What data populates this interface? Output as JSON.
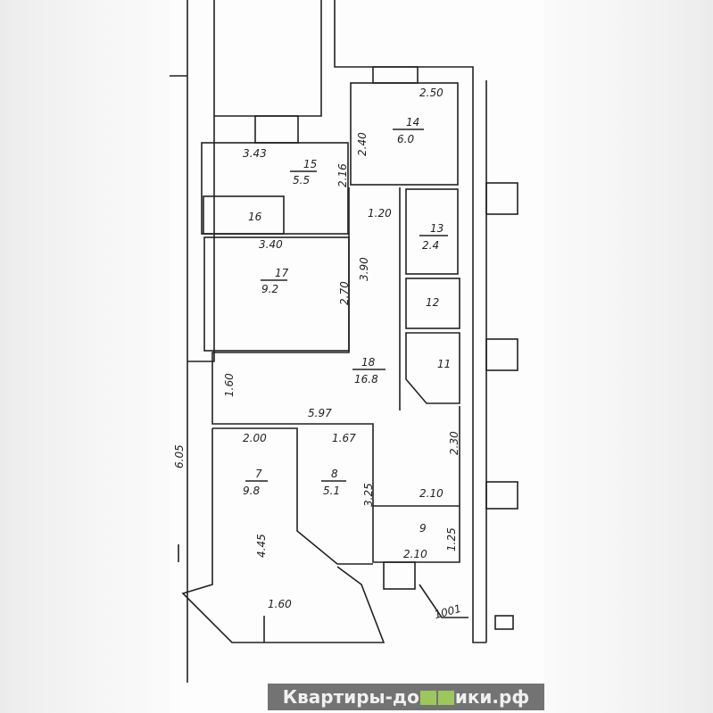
{
  "rooms": [
    {
      "id": "14",
      "area": "6.0"
    },
    {
      "id": "15",
      "area": "5.5"
    },
    {
      "id": "16"
    },
    {
      "id": "17",
      "area": "9.2"
    },
    {
      "id": "13",
      "area": "2.4"
    },
    {
      "id": "12"
    },
    {
      "id": "11"
    },
    {
      "id": "18",
      "area": "16.8"
    },
    {
      "id": "7",
      "area": "9.8"
    },
    {
      "id": "8",
      "area": "5.1"
    },
    {
      "id": "9"
    }
  ],
  "dimensions": [
    "2.50",
    "2.40",
    "3.43",
    "2.16",
    "1.20",
    "3.40",
    "2.70",
    "3.90",
    "1.60",
    "5.97",
    "2.00",
    "1.67",
    "2.30",
    "3.25",
    "2.10",
    "1.25",
    "2.10",
    "4.45",
    "1.60",
    "6.05"
  ],
  "callout": "1001",
  "watermark": {
    "prefix": "Квартиры-до",
    "suffix": "ики.рф",
    "icon": "house-icon",
    "color": "#8cbf3f"
  }
}
